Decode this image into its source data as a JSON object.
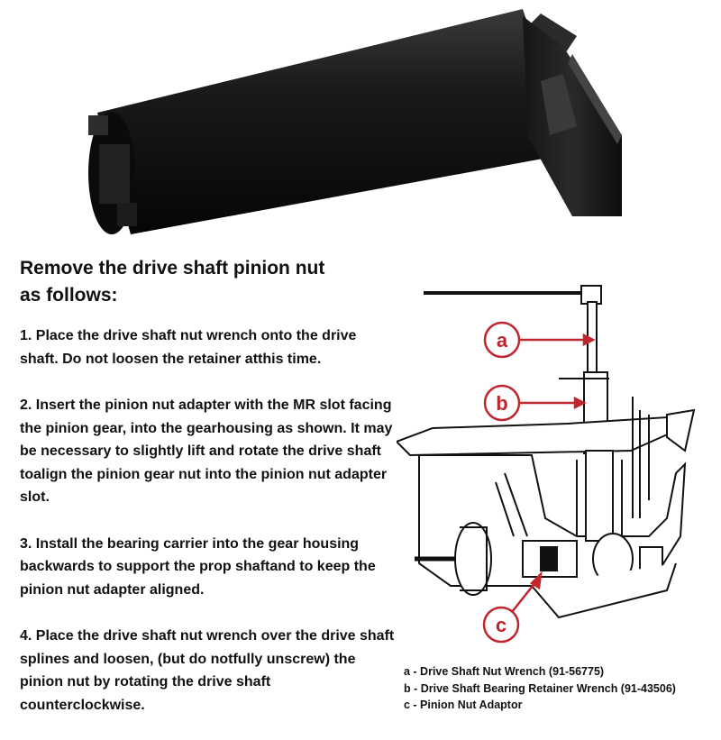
{
  "photo": {
    "subject": "wrench-tool-photo"
  },
  "heading": {
    "line1": "Remove the drive shaft pinion nut",
    "line2": "as follows:"
  },
  "steps": [
    {
      "text": "1. Place the drive shaft nut wrench onto the drive shaft. Do not loosen the retainer atthis time."
    },
    {
      "text": "2. Insert the pinion nut adapter with the MR slot facing the pinion gear, into the gearhousing as shown. It may be necessary to slightly lift and rotate the drive shaft toalign the pinion gear nut into the pinion nut adapter slot."
    },
    {
      "text": "3. Install the bearing carrier into the gear housing backwards to support the prop shaftand to keep the pinion nut adapter aligned."
    },
    {
      "text": "4. Place the drive shaft nut wrench over the drive shaft splines and loosen, (but do notfully unscrew) the pinion nut by rotating the drive shaft counterclockwise."
    }
  ],
  "diagram": {
    "callouts": [
      {
        "letter": "a"
      },
      {
        "letter": "b"
      },
      {
        "letter": "c"
      }
    ],
    "callout_color": "#c0262d"
  },
  "legend": [
    {
      "text": "a - Drive Shaft Nut Wrench (91-56775)"
    },
    {
      "text": "b - Drive Shaft Bearing Retainer Wrench (91-43506)"
    },
    {
      "text": "c - Pinion Nut Adaptor"
    }
  ]
}
